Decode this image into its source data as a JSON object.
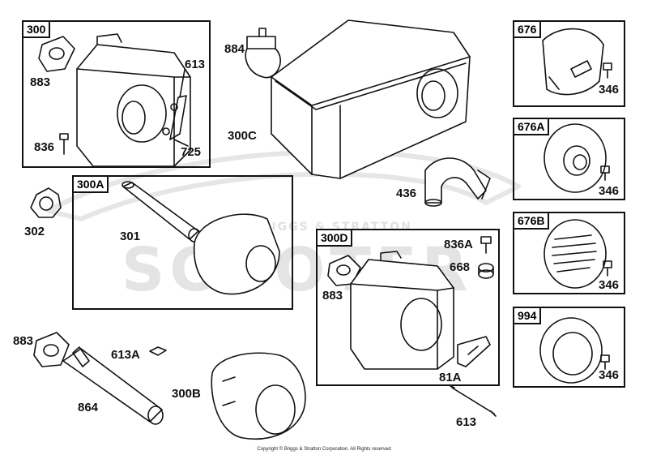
{
  "watermark": {
    "main": "SCOOTER",
    "sub": "BRIGGS & STRATTON"
  },
  "copyright": "Copyright © Briggs & Stratton Corporation. All Rights reserved",
  "boxes": {
    "b300": "300",
    "b300a": "300A",
    "b300d": "300D",
    "b676": "676",
    "b676a": "676A",
    "b676b": "676B",
    "b994": "994"
  },
  "labels": {
    "l883a": "883",
    "l613a": "613",
    "l836": "836",
    "l725": "725",
    "l884": "884",
    "l300c": "300C",
    "l436": "436",
    "l302": "302",
    "l301": "301",
    "l836a": "836A",
    "l668": "668",
    "l883b": "883",
    "l81a": "81A",
    "l613b": "613",
    "l883c": "883",
    "l613a2": "613A",
    "l864": "864",
    "l300b": "300B",
    "l346a": "346",
    "l346b": "346",
    "l346c": "346",
    "l346d": "346"
  },
  "colors": {
    "line": "#111111",
    "watermark": "#e4e4e4"
  }
}
